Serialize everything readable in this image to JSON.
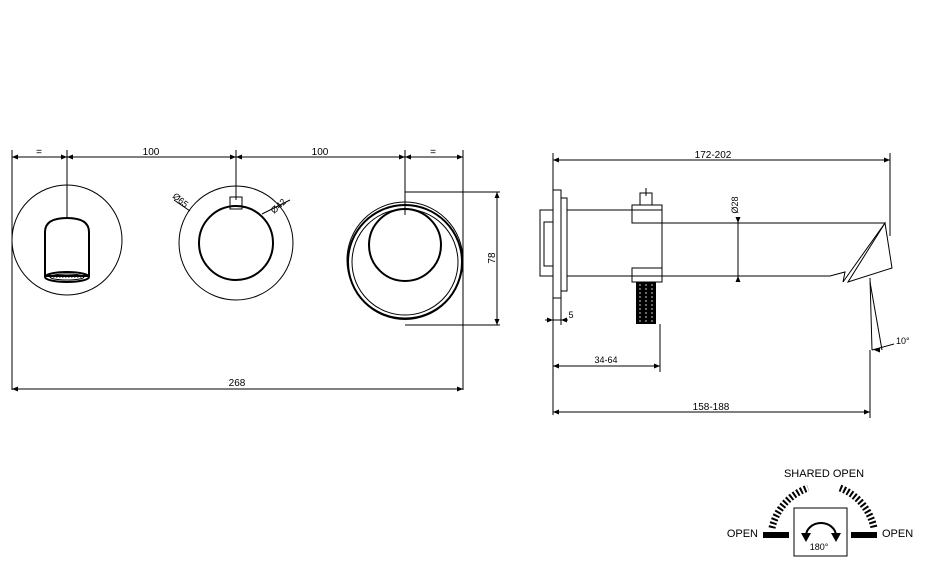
{
  "dimensions": {
    "top_left_eq": "=",
    "top_spacing_1": "100",
    "top_spacing_2": "100",
    "top_right_eq": "=",
    "total_width": "268",
    "plate_height": "78",
    "diameter_plate": "Ø65",
    "diameter_handle": "Ø42",
    "spout_length_top": "172-202",
    "spout_diameter": "Ø28",
    "plate_thickness": "5",
    "wall_depth": "34-64",
    "spout_length_bottom": "158-188",
    "spout_angle": "10°"
  },
  "legend": {
    "shared_open": "SHARED OPEN",
    "open_left": "OPEN",
    "open_right": "OPEN",
    "rotation": "180°"
  }
}
